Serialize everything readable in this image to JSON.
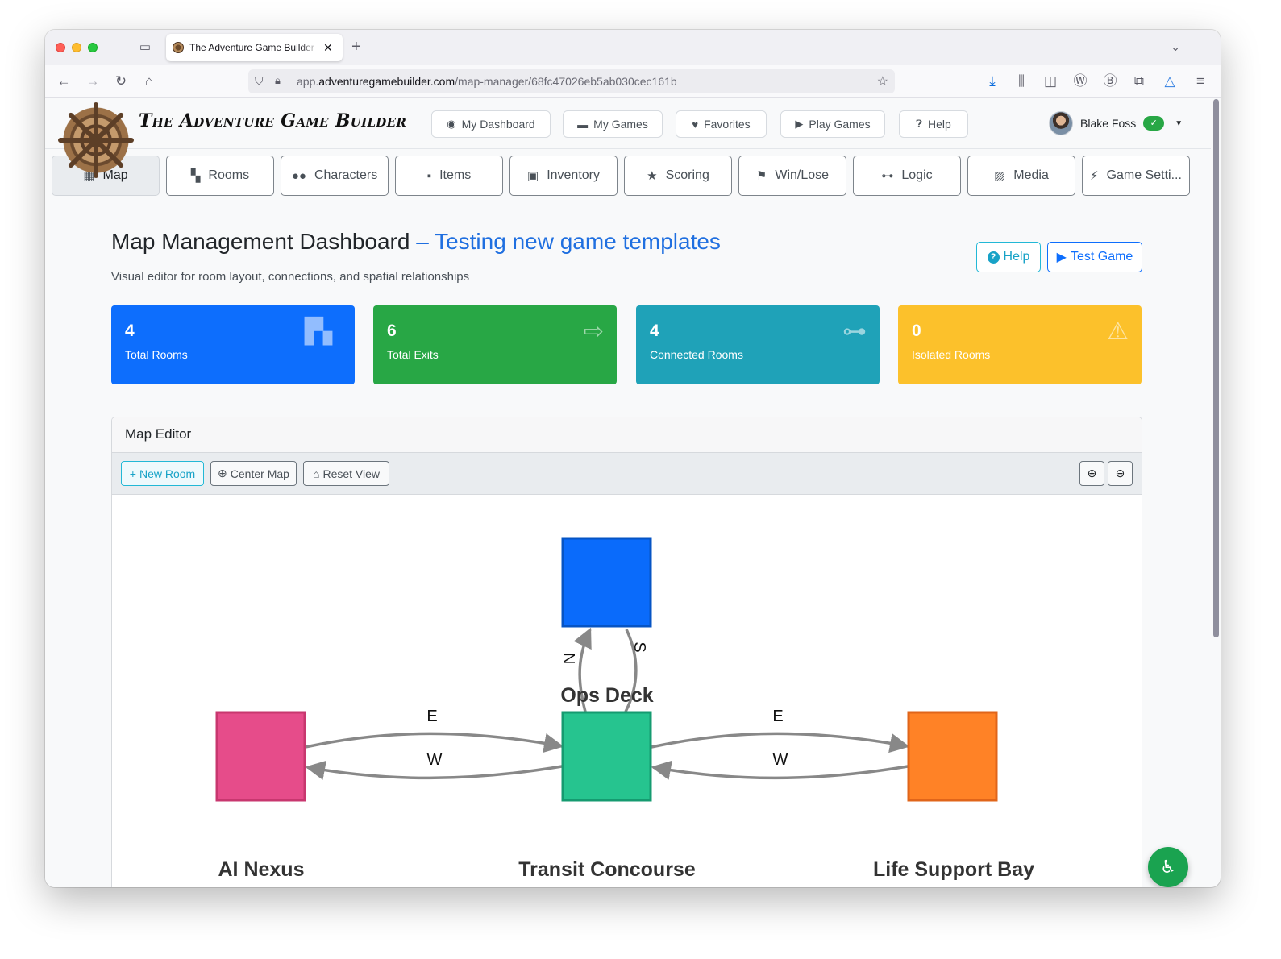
{
  "browser": {
    "tab_title": "The Adventure Game Builder | In",
    "tab_close": "✕",
    "new_tab": "+",
    "url_domain_prefix": "app.",
    "url_domain": "adventuregamebuilder.com",
    "url_path": "/map-manager/68fc47026eb5ab030cec161b"
  },
  "header": {
    "brand": "The Adventure Game Builder",
    "nav": [
      {
        "label": "My Dashboard",
        "icon": "dashboard-icon"
      },
      {
        "label": "My Games",
        "icon": "gamepad-icon"
      },
      {
        "label": "Favorites",
        "icon": "heart-icon"
      },
      {
        "label": "Play Games",
        "icon": "play-icon"
      },
      {
        "label": "Help",
        "icon": "question-icon"
      }
    ],
    "user_name": "Blake Foss",
    "user_status": "✓"
  },
  "section_tabs": [
    {
      "label": "Map",
      "icon": "map-icon",
      "active": true
    },
    {
      "label": "Rooms",
      "icon": "door-icon"
    },
    {
      "label": "Characters",
      "icon": "users-icon"
    },
    {
      "label": "Items",
      "icon": "box-icon"
    },
    {
      "label": "Inventory",
      "icon": "briefcase-icon"
    },
    {
      "label": "Scoring",
      "icon": "star-icon"
    },
    {
      "label": "Win/Lose",
      "icon": "flag-icon"
    },
    {
      "label": "Logic",
      "icon": "diagram-icon"
    },
    {
      "label": "Media",
      "icon": "images-icon"
    },
    {
      "label": "Game Setti...",
      "icon": "bolt-icon"
    }
  ],
  "main": {
    "title": "Map Management Dashboard",
    "title_separator": " – ",
    "project_name": "Testing new game templates",
    "subtitle": "Visual editor for room layout, connections, and spatial relationships",
    "help_button": "Help",
    "test_button": "Test Game"
  },
  "stats": [
    {
      "value": "4",
      "label": "Total Rooms",
      "color": "#0d6efd",
      "icon": "door-open-icon"
    },
    {
      "value": "6",
      "label": "Total Exits",
      "color": "#28a745",
      "icon": "sign-out-icon"
    },
    {
      "value": "4",
      "label": "Connected Rooms",
      "color": "#1fa2b8",
      "icon": "sitemap-icon"
    },
    {
      "value": "0",
      "label": "Isolated Rooms",
      "color": "#fcc12b",
      "icon": "warning-icon"
    }
  ],
  "map_editor": {
    "title": "Map Editor",
    "new_room": "New Room",
    "center_map": "Center Map",
    "reset_view": "Reset View",
    "rooms": [
      {
        "name": "",
        "color": "#0a6bfb"
      },
      {
        "name": "AI Nexus",
        "color": "#e64c8a"
      },
      {
        "name": "Transit Concourse",
        "color": "#26c48f"
      },
      {
        "name": "Life Support Bay",
        "color": "#ff8226"
      }
    ],
    "ops_deck_label": "Ops Deck",
    "edge_labels": {
      "n": "N",
      "s": "S",
      "e1": "E",
      "w1": "W",
      "e2": "E",
      "w2": "W"
    }
  },
  "colors": {
    "accent": "#0d6efd",
    "info": "#17a2c7",
    "edge": "#888888"
  }
}
